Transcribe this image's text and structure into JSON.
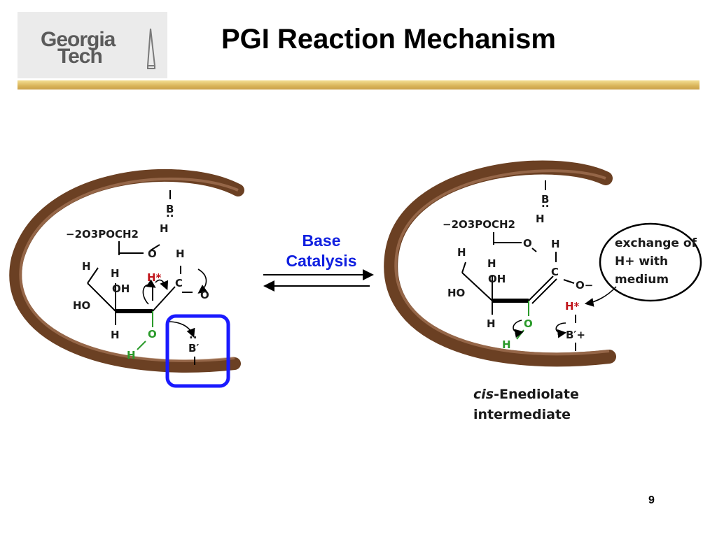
{
  "slide": {
    "title": "PGI Reaction Mechanism",
    "page_number": "9"
  },
  "logo": {
    "line1": "Georgia",
    "line2": "Tech"
  },
  "arrow_label": {
    "line1": "Base",
    "line2": "Catalysis"
  },
  "left_structure": {
    "phosphate": "−2O3POCH2",
    "atoms": [
      "B",
      "H",
      "O",
      "H",
      "H",
      "H",
      "H*",
      "C",
      "O",
      "OH",
      "HO",
      "H",
      "O",
      "H",
      "B′"
    ]
  },
  "right_structure": {
    "phosphate": "−2O3POCH2",
    "atoms": [
      "B",
      "H",
      "O",
      "H",
      "H",
      "H",
      "C",
      "O−",
      "OH",
      "HO",
      "H*",
      "H",
      "O",
      "H",
      "B′+"
    ]
  },
  "bubble": {
    "line1": "exchange of",
    "line2": "H+ with",
    "line3": "medium"
  },
  "caption": {
    "italic": "cis",
    "line1_rest": "-Enediolate",
    "line2": "intermediate"
  },
  "colors": {
    "title": "#000000",
    "arrow_label": "#1020e0",
    "highlight_box": "#1a1aff",
    "pocket": "#6b4023",
    "red_h": "#c0141a",
    "green": "#2a9a2a"
  }
}
